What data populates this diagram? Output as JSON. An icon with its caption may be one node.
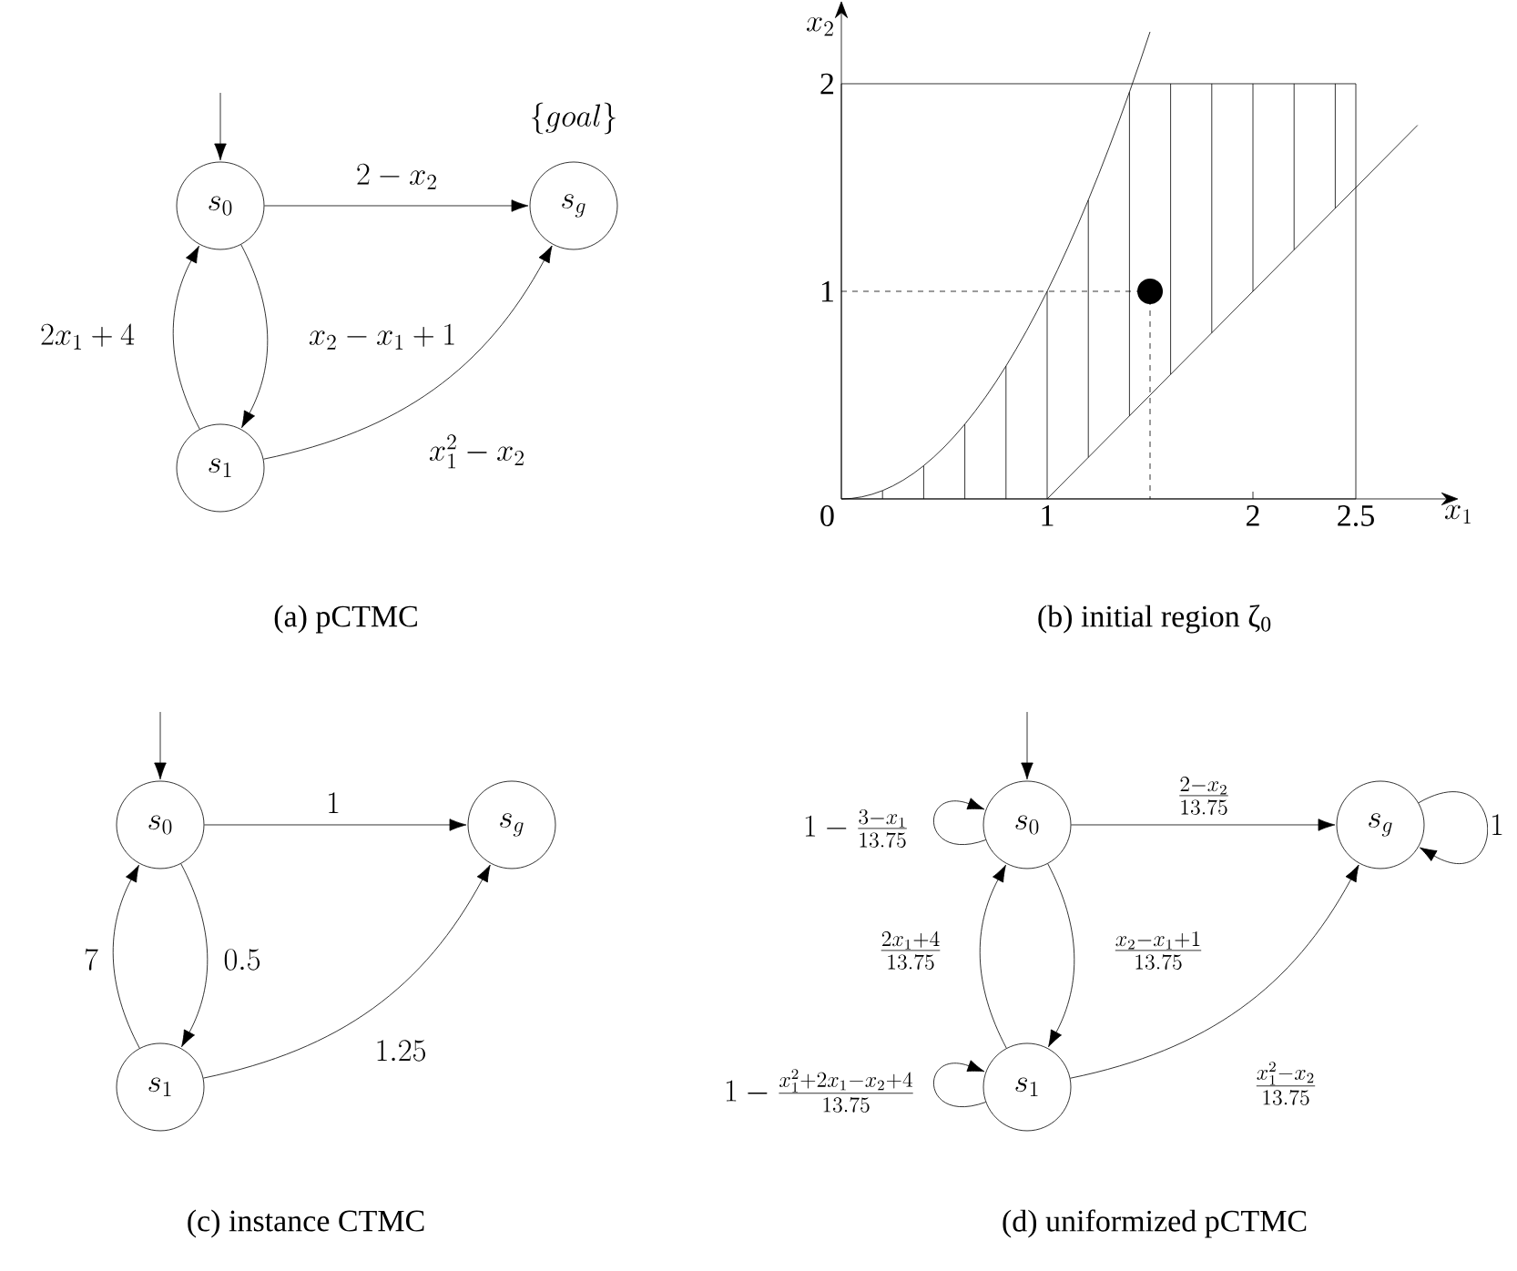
{
  "diagram": {
    "nodes": [
      {
        "text": [
          "s_0"
        ]
      },
      {
        "text": [
          "s_g"
        ],
        "beside": [
          "\\{goal\\}"
        ]
      },
      {
        "text": [
          "s_1"
        ]
      },
      {
        "text": [
          "s_0"
        ]
      },
      {
        "text": [
          "s_g"
        ]
      },
      {
        "text": [
          "s_1"
        ]
      },
      {
        "text": [
          "s_0"
        ]
      },
      {
        "text": [
          "s_g"
        ]
      },
      {
        "text": [
          "s_1"
        ]
      }
    ],
    "edges": [
      {
        "from": null,
        "to": 0,
        "arrow": "to"
      },
      {
        "from": 0,
        "to": 1,
        "arrow": "to",
        "label": "2-x_2"
      },
      {
        "from": 0,
        "to": 2,
        "arrow": "to",
        "label": "x_2-x_1+1"
      },
      {
        "from": 2,
        "to": 0,
        "arrow": "to",
        "label": "2x_1+4"
      },
      {
        "from": 2,
        "to": 1,
        "arrow": "to",
        "label": "x_1^2-x_2"
      },
      {
        "from": null,
        "to": 3,
        "arrow": "to"
      },
      {
        "from": 3,
        "to": 4,
        "arrow": "to",
        "label": "1"
      },
      {
        "from": 3,
        "to": 5,
        "arrow": "to",
        "label": "0.5"
      },
      {
        "from": 5,
        "to": 3,
        "arrow": "to",
        "label": "7"
      },
      {
        "from": 5,
        "to": 4,
        "arrow": "to",
        "label": "1.25"
      },
      {
        "from": null,
        "to": 6,
        "arrow": "to"
      },
      {
        "from": 6,
        "to": 6,
        "arrow": "to",
        "label": "1-\\frac{3-x_1}{13.75}"
      },
      {
        "from": 6,
        "to": 7,
        "arrow": "to",
        "label": "\\frac{2-x_2}{13.75}"
      },
      {
        "from": 7,
        "to": 7,
        "arrow": "to",
        "label": "1"
      },
      {
        "from": 6,
        "to": 8,
        "arrow": "to",
        "label": "\\frac{x_2-x_1+1}{13.75}"
      },
      {
        "from": 8,
        "to": 6,
        "arrow": "to",
        "label": "\\frac{2x_1+4}{13.75}"
      },
      {
        "from": 8,
        "to": 8,
        "arrow": "to",
        "label": "1-\\frac{x_1^2+2x_1-x_2+4}{13.75}"
      },
      {
        "from": 8,
        "to": 7,
        "arrow": "to",
        "label": "\\frac{x_1^2-x_2}{13.75}"
      }
    ],
    "labels": [
      "x_2",
      "2",
      "1",
      "0",
      "1",
      "2",
      "2.5",
      "x_1",
      "(a) pCTMC",
      "(b) initial region ζ$_{0}$",
      "(c) instance CTMC",
      "(d) uniformized pCTMC"
    ]
  }
}
